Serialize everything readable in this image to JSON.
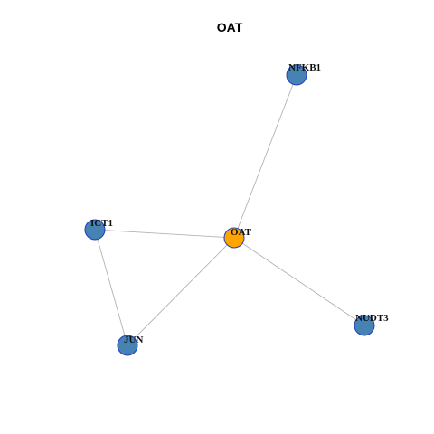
{
  "title": "OAT",
  "colors": {
    "hub": "#ffa500",
    "neighbor": "#4682b4",
    "node_border": "#1e3fb8",
    "edge": "#b3b3b3"
  },
  "nodes": [
    {
      "id": "OAT",
      "label": "OAT",
      "role": "hub"
    },
    {
      "id": "NFKB1",
      "label": "NFKB1",
      "role": "neighbor"
    },
    {
      "id": "ICT1",
      "label": "ICT1",
      "role": "neighbor"
    },
    {
      "id": "JUN",
      "label": "JUN",
      "role": "neighbor"
    },
    {
      "id": "NUDT3",
      "label": "NUDT3",
      "role": "neighbor"
    }
  ],
  "edges": [
    {
      "source": "OAT",
      "target": "NFKB1"
    },
    {
      "source": "OAT",
      "target": "ICT1"
    },
    {
      "source": "OAT",
      "target": "JUN"
    },
    {
      "source": "OAT",
      "target": "NUDT3"
    },
    {
      "source": "ICT1",
      "target": "JUN"
    }
  ]
}
